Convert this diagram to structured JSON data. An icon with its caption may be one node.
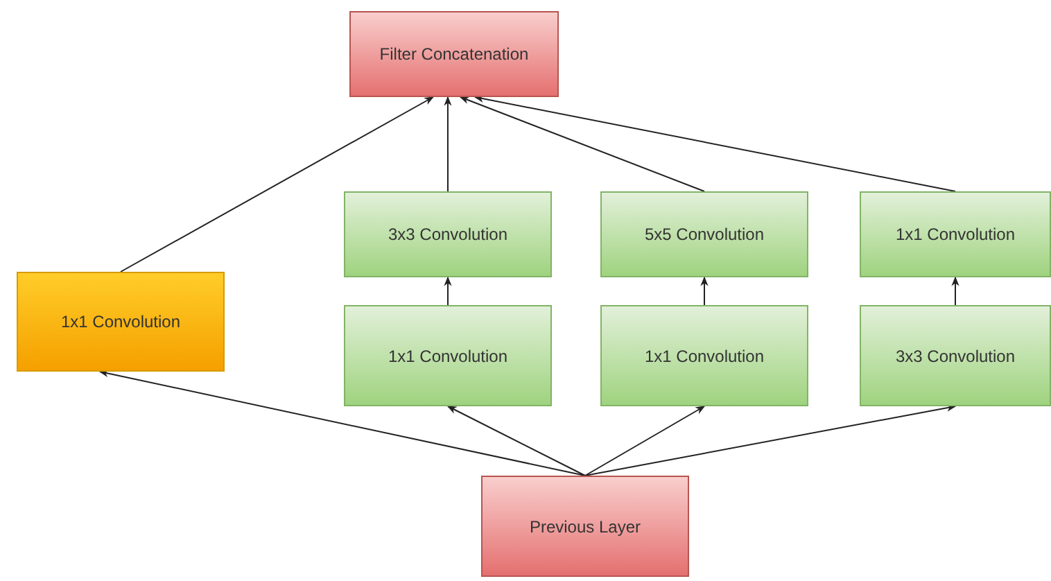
{
  "diagram": {
    "nodes": [
      {
        "text": [
          "Filter Concatenation"
        ]
      },
      {
        "text": [
          "3x3 Convolution"
        ]
      },
      {
        "text": [
          "5x5 Convolution"
        ]
      },
      {
        "text": [
          "1x1 Convolution"
        ]
      },
      {
        "text": [
          "1x1 Convolution"
        ]
      },
      {
        "text": [
          "1x1 Convolution"
        ]
      },
      {
        "text": [
          "1x1 Convolution"
        ]
      },
      {
        "text": [
          "3x3 Convolution"
        ]
      },
      {
        "text": [
          "Previous Layer"
        ]
      }
    ],
    "edges": [
      {
        "from": 8,
        "to": 4,
        "arrow": "to"
      },
      {
        "from": 8,
        "to": 5,
        "arrow": "to"
      },
      {
        "from": 8,
        "to": 6,
        "arrow": "to"
      },
      {
        "from": 8,
        "to": 7,
        "arrow": "to"
      },
      {
        "from": 5,
        "to": 1,
        "arrow": "to"
      },
      {
        "from": 6,
        "to": 2,
        "arrow": "to"
      },
      {
        "from": 7,
        "to": 3,
        "arrow": "to"
      },
      {
        "from": 4,
        "to": 0,
        "arrow": "to"
      },
      {
        "from": 1,
        "to": 0,
        "arrow": "to"
      },
      {
        "from": 2,
        "to": 0,
        "arrow": "to"
      },
      {
        "from": 3,
        "to": 0,
        "arrow": "to"
      }
    ]
  }
}
